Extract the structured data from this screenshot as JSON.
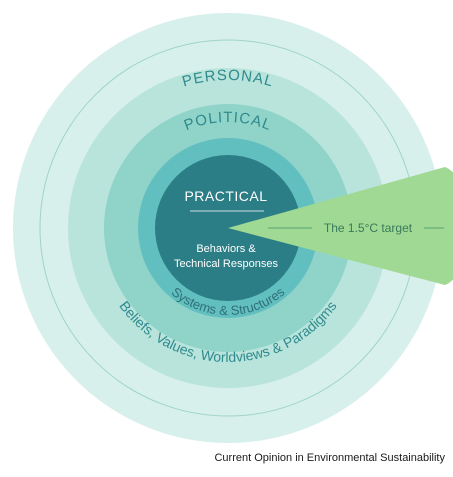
{
  "diagram": {
    "layers": {
      "personal": {
        "title": "PERSONAL",
        "subtitle": "Beliefs, Values, Worldviews & Paradigms"
      },
      "political": {
        "title": "POLITICAL",
        "subtitle": "Systems & Structures"
      },
      "practical": {
        "title": "PRACTICAL",
        "subtitle_line1": "Behaviors &",
        "subtitle_line2": "Technical Responses"
      }
    },
    "target": {
      "label": "The 1.5°C target"
    },
    "colors": {
      "outer_ring": "#d7f0eb",
      "second_ring": "#b9e4dc",
      "third_ring": "#8fd3c9",
      "inner_ring": "#62bfbf",
      "core": "#2b7d86",
      "wedge": "#a0d993",
      "text_teal": "#2f8a8e",
      "text_light": "#ffffff"
    }
  },
  "footer": {
    "source": "Current Opinion in Environmental Sustainability"
  }
}
